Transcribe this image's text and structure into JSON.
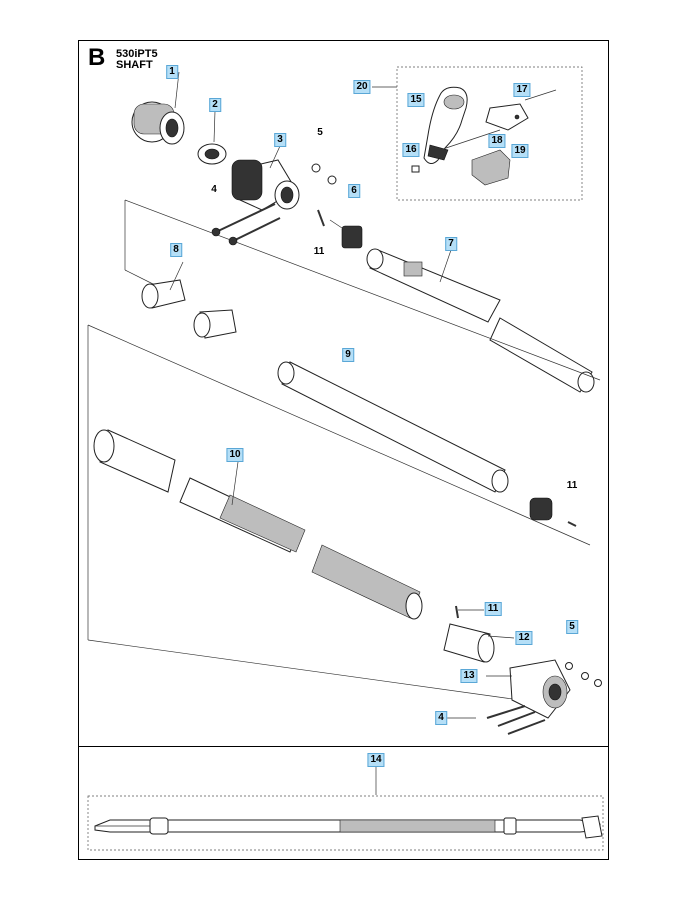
{
  "header": {
    "section_letter": "B",
    "model": "530iPT5",
    "title": "SHAFT"
  },
  "callouts": {
    "c1": "1",
    "c2": "2",
    "c3": "3",
    "c4a": "4",
    "c4b": "4",
    "c5a": "5",
    "c5b": "5",
    "c6": "6",
    "c7": "7",
    "c8": "8",
    "c9": "9",
    "c10": "10",
    "c11a": "11",
    "c11b": "11",
    "c11c": "11",
    "c12": "12",
    "c13": "13",
    "c14": "14",
    "c15": "15",
    "c16": "16",
    "c17": "17",
    "c18": "18",
    "c19": "19",
    "c20": "20"
  },
  "colors": {
    "callout_fill": "#b5dff7",
    "line": "#000000",
    "part_stroke": "#222222",
    "part_fill": "#ffffff",
    "grip_fill": "#bbbbbb"
  }
}
